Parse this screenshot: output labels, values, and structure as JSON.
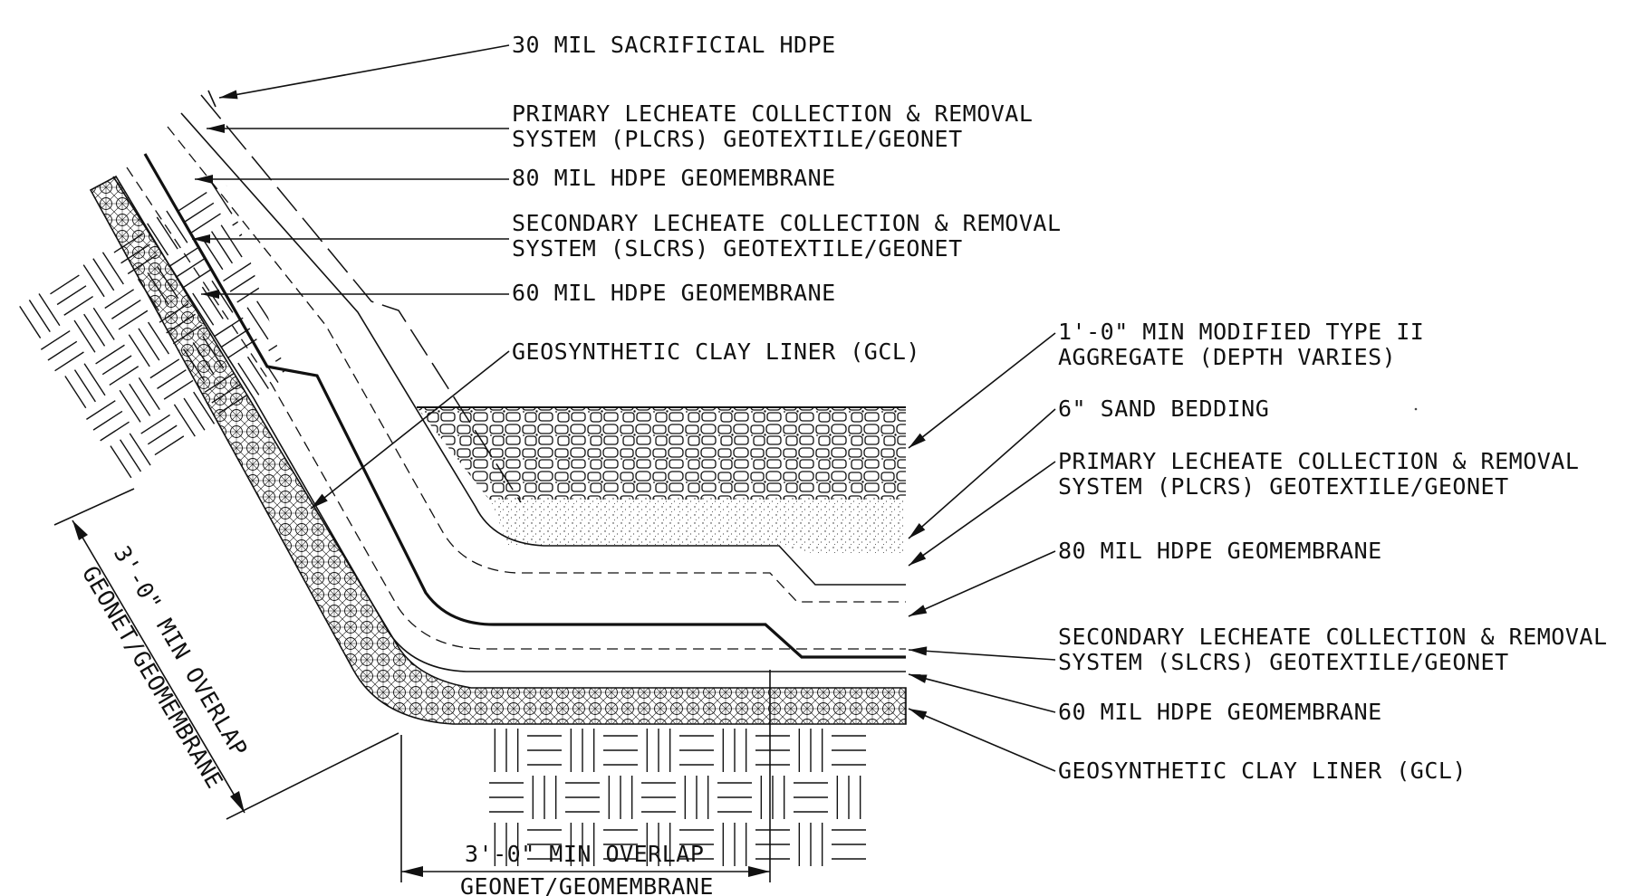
{
  "slope_callouts": [
    {
      "lines": [
        "30 MIL SACRIFICIAL HDPE"
      ]
    },
    {
      "lines": [
        "PRIMARY LECHEATE COLLECTION & REMOVAL",
        "SYSTEM (PLCRS) GEOTEXTILE/GEONET"
      ]
    },
    {
      "lines": [
        "80 MIL HDPE GEOMEMBRANE"
      ]
    },
    {
      "lines": [
        "SECONDARY LECHEATE COLLECTION & REMOVAL",
        "SYSTEM (SLCRS) GEOTEXTILE/GEONET"
      ]
    },
    {
      "lines": [
        "60 MIL HDPE GEOMEMBRANE"
      ]
    },
    {
      "lines": [
        "GEOSYNTHETIC CLAY LINER (GCL)"
      ]
    }
  ],
  "floor_callouts": [
    {
      "lines": [
        "1'-0\" MIN MODIFIED TYPE II",
        "AGGREGATE (DEPTH VARIES)"
      ]
    },
    {
      "lines": [
        "6\" SAND BEDDING"
      ]
    },
    {
      "lines": [
        "PRIMARY LECHEATE COLLECTION & REMOVAL",
        "SYSTEM (PLCRS) GEOTEXTILE/GEONET"
      ]
    },
    {
      "lines": [
        "80 MIL HDPE GEOMEMBRANE"
      ]
    },
    {
      "lines": [
        "SECONDARY LECHEATE COLLECTION & REMOVAL",
        "SYSTEM (SLCRS) GEOTEXTILE/GEONET"
      ]
    },
    {
      "lines": [
        "60 MIL HDPE GEOMEMBRANE"
      ]
    },
    {
      "lines": [
        "GEOSYNTHETIC CLAY LINER (GCL)"
      ]
    }
  ],
  "dimensions": {
    "slope_overlap": {
      "line1": "3'-0\" MIN OVERLAP",
      "line2": "GEONET/GEOMEMBRANE"
    },
    "floor_overlap": {
      "line1": "3'-0\" MIN OVERLAP",
      "line2": "GEONET/GEOMEMBRANE"
    }
  }
}
